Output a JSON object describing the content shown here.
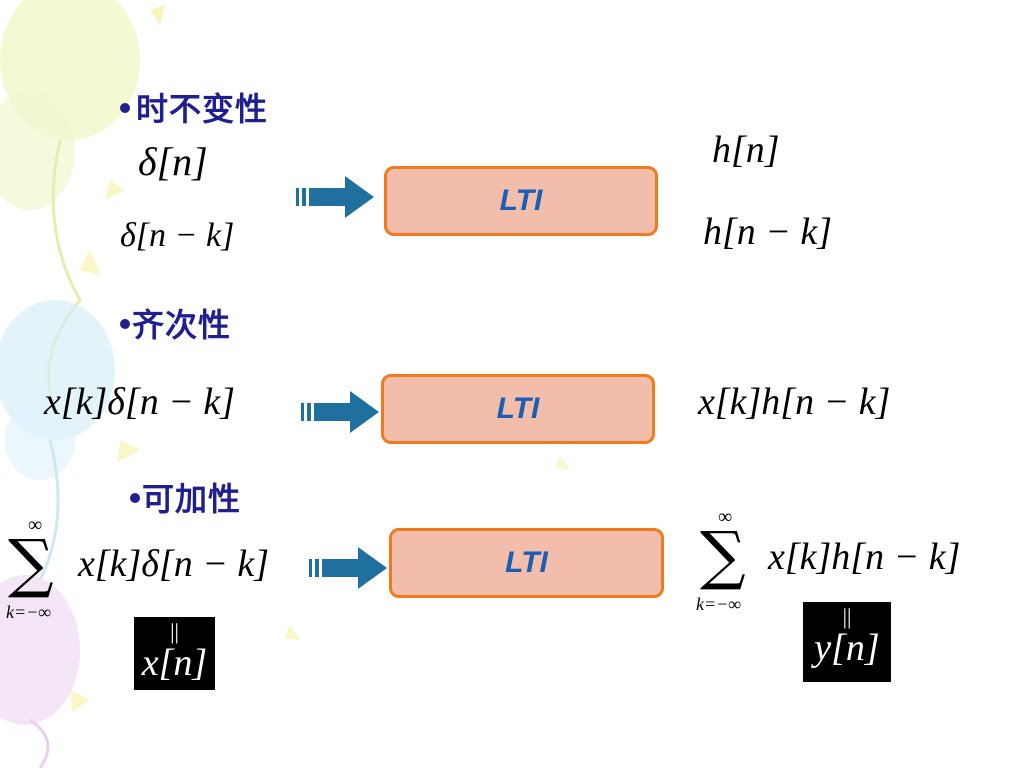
{
  "sections": {
    "time_invariance": {
      "title": "时不变性",
      "input_top": "δ[n]",
      "input_bottom": "δ[n − k]",
      "system": "LTI",
      "output_top": "h[n]",
      "output_bottom": "h[n − k]"
    },
    "homogeneity": {
      "title": "齐次性",
      "input": "x[k]δ[n − k]",
      "system": "LTI",
      "output": "x[k]h[n − k]"
    },
    "additivity": {
      "title": "可加性",
      "sum_upper": "∞",
      "sum_lower": "k=−∞",
      "input": "x[k]δ[n − k]",
      "system": "LTI",
      "output": "x[k]h[n − k]",
      "input_equals": "||",
      "input_result": "x[n]",
      "output_equals": "||",
      "output_result": "y[n]"
    }
  },
  "colors": {
    "heading": "#1f1f8f",
    "box_fill": "#f2bdaa",
    "box_border": "#f07a1c",
    "lti_text": "#1a5fb4",
    "arrow": "#1f6f9f"
  }
}
